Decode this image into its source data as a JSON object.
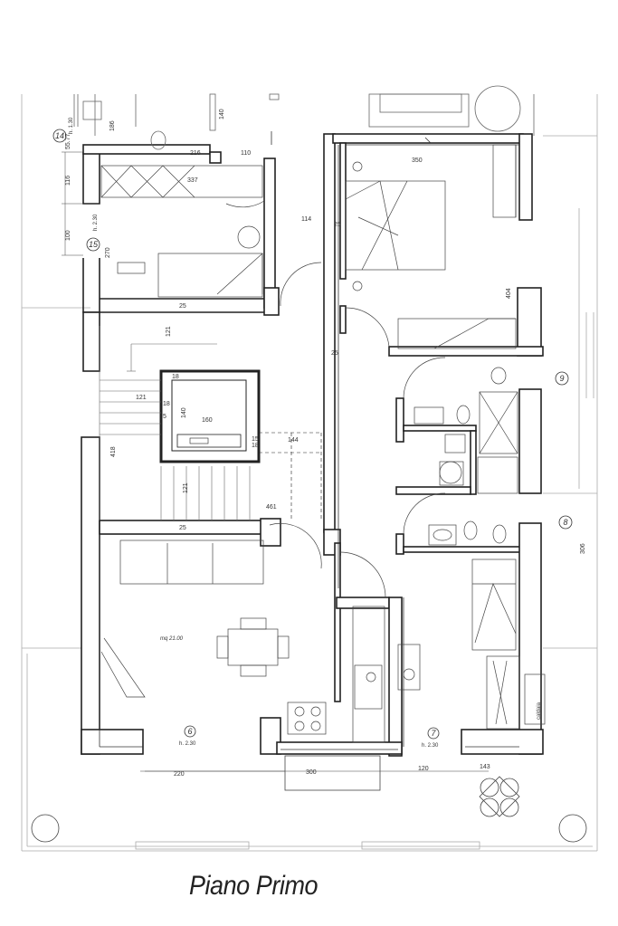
{
  "caption": "Piano Primo",
  "rooms": {
    "r14": "14",
    "r15": "15",
    "r9": "9",
    "r8": "8",
    "r6": "6",
    "r7": "7"
  },
  "heights": {
    "h15": "h. 2.30",
    "h14": "h. 1.30",
    "h6": "h. 2.30",
    "h7": "h. 2.30"
  },
  "area_label": "mq 21.00",
  "dimensions": {
    "d186": "186",
    "d140": "140",
    "d216": "216",
    "d110": "110",
    "d337": "337",
    "d114": "114",
    "d25a": "25",
    "d350": "350",
    "d404": "404",
    "d25b": "25",
    "d25c": "25",
    "d121a": "121",
    "d121b": "121",
    "d18a": "18",
    "d18b": "18",
    "d5a": "5",
    "d160": "160",
    "d140b": "140",
    "d15": "15",
    "d18c": "18",
    "d144": "144",
    "d418": "418",
    "d121c": "121",
    "d461": "461",
    "d25d": "25",
    "d306": "306",
    "d220": "220",
    "d300": "300",
    "d120": "120",
    "d143": "143",
    "d116": "116",
    "d100": "100",
    "d270": "270",
    "d5577": "55.77"
  },
  "caldaia": "caldaia"
}
